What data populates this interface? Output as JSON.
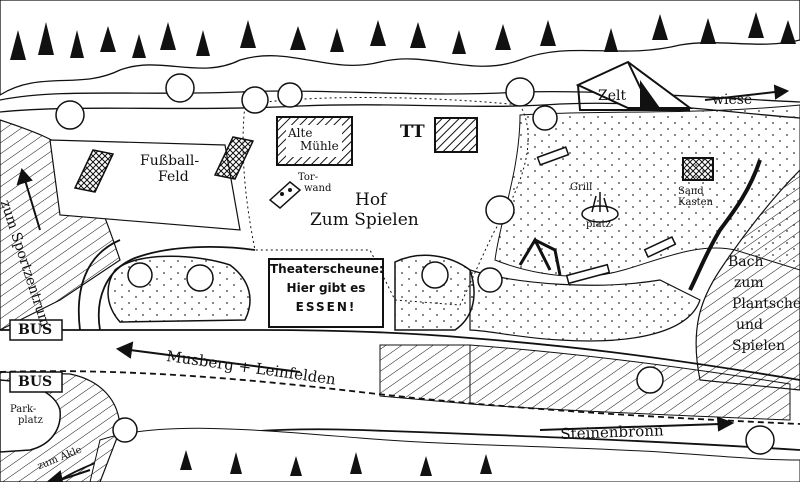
{
  "map": {
    "labels": {
      "fussballfeld_line1": "Fußball-",
      "fussballfeld_line2": "Feld",
      "alte_muehle_line1": "Alte",
      "alte_muehle_line2": "Mühle",
      "tt": "TT",
      "zelt": "Zelt",
      "wiese": "wiese",
      "torwand_line1": "Tor-",
      "torwand_line2": "wand",
      "hof_line1": "Hof",
      "hof_line2": "Zum Spielen",
      "grill_line1": "Grill",
      "grill_line2": "platz",
      "sandkasten_line1": "Sand",
      "sandkasten_line2": "Kasten",
      "bach_line1": "Bach",
      "bach_line2": "zum",
      "bach_line3": "Plantschen",
      "bach_line4": "und",
      "bach_line5": "Spielen",
      "sportzentrum": "zum Sportzentrum",
      "bus_top": "BUS",
      "bus_bottom": "BUS",
      "parkplatz_line1": "Park-",
      "parkplatz_line2": "platz",
      "zum_akle": "zum Akle",
      "musberg": "Musberg + Leinfelden",
      "steinenbronn": "Steinenbronn"
    },
    "theaterscheune": {
      "line1": "Theaterscheune:",
      "line2": "Hier gibt es",
      "line3": "ESSEN!"
    },
    "icons": [
      "tree-icon",
      "tent-icon",
      "goal-icon",
      "bench-icon",
      "swing-icon",
      "fire-icon",
      "arrow-icon"
    ]
  }
}
